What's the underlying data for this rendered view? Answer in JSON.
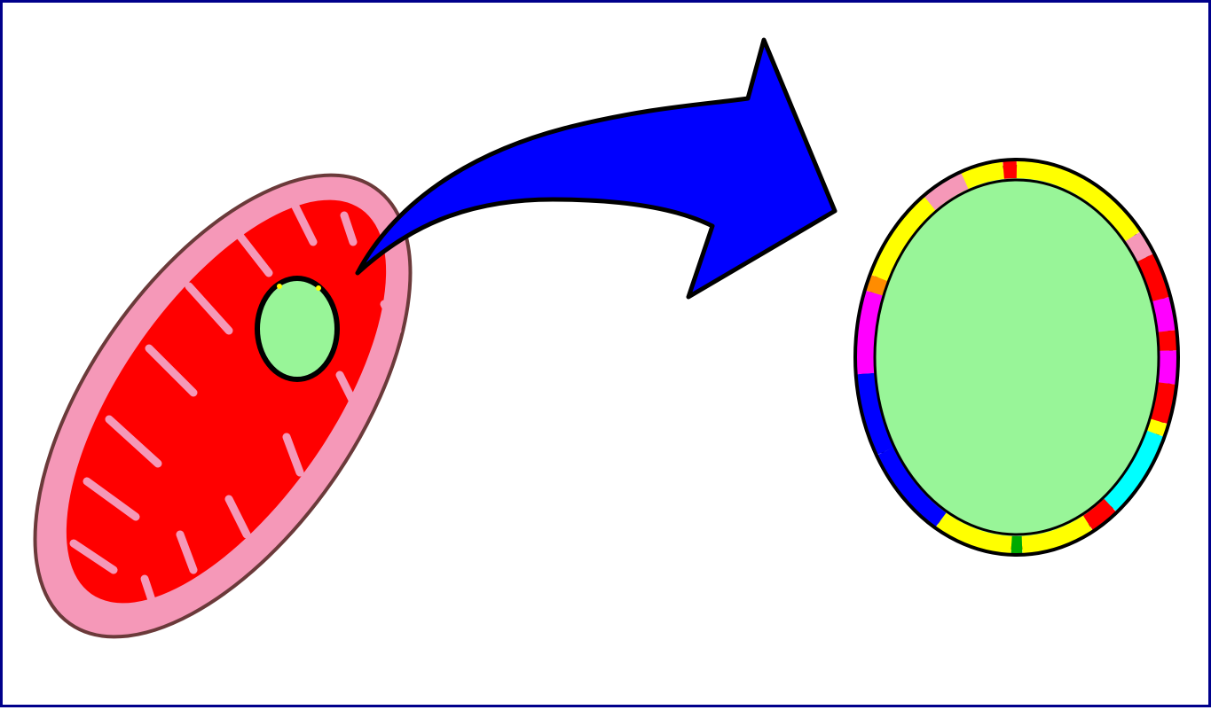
{
  "diagram": {
    "colors": {
      "frame_border": "#00008b",
      "background": "#ffffff",
      "cell_outer": "#f598b8",
      "cell_inner": "#ff0000",
      "cell_outline": "#6b3a3a",
      "nucleus_fill": "#98f598",
      "arrow": "#0000ff",
      "outline": "#000000"
    },
    "elements": [
      {
        "name": "cell",
        "description_icon": "elongated-cell-icon"
      },
      {
        "name": "mitochondrion-nucleus",
        "description_icon": "circle-icon"
      },
      {
        "name": "arrow",
        "description_icon": "curved-arrow-icon"
      },
      {
        "name": "circular-dna-map",
        "description_icon": "plasmid-ring-icon"
      }
    ],
    "ring_segment_colors": [
      "#ffff00",
      "#ff0000",
      "#f598b8",
      "#ff00ff",
      "#0000ff",
      "#00ffff",
      "#00aa00",
      "#ff8c00"
    ]
  }
}
